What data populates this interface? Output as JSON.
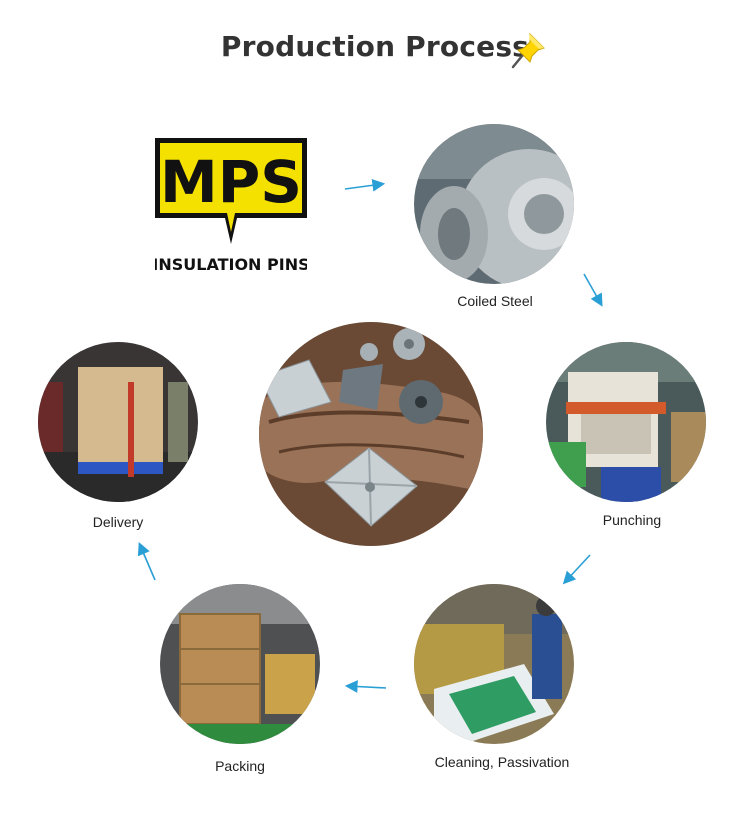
{
  "title": "Production Process",
  "logo": {
    "letters": "MPS",
    "subtitle": "INSULATION PINS",
    "color": "#f5e100"
  },
  "steps": [
    {
      "label": "Coiled Steel"
    },
    {
      "label": "Punching"
    },
    {
      "label": "Cleaning, Passivation"
    },
    {
      "label": "Packing"
    },
    {
      "label": "Delivery"
    }
  ],
  "colors": {
    "arrow": "#2a9fd6",
    "title": "#333333"
  },
  "icons": [
    "pushpin-icon",
    "arrow-icon"
  ]
}
